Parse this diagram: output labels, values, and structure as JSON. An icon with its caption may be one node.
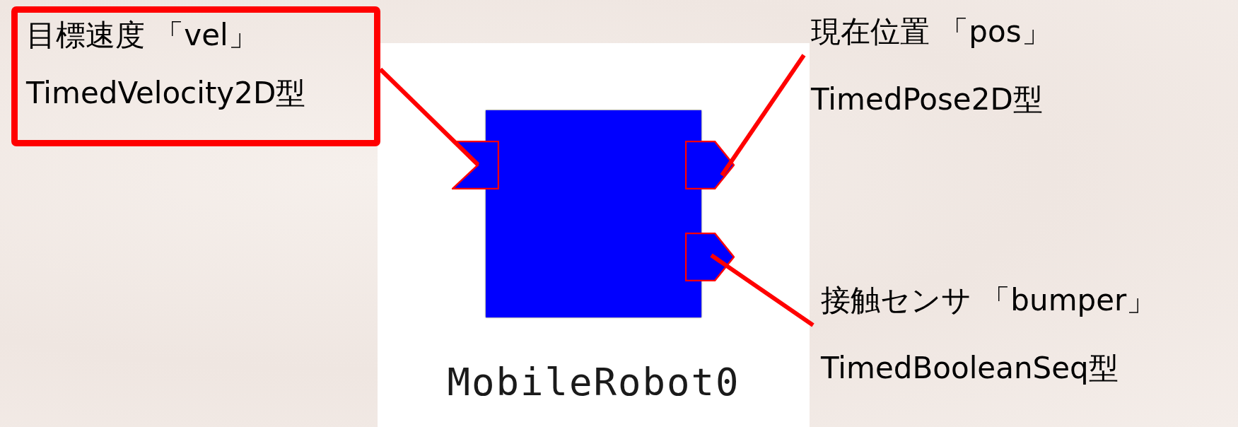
{
  "diagram": {
    "nodes": [
      {
        "text": [
          "目標速度 「vel」",
          "TimedVelocity2D型"
        ]
      },
      {
        "text": [
          "現在位置 「pos」",
          "TimedPose2D型"
        ]
      },
      {
        "text": [
          "MobileRobot0"
        ]
      },
      {
        "text": [],
        "shape": "box"
      },
      {
        "text": [],
        "shape": "pentagon"
      },
      {
        "text": [],
        "shape": "pentagon"
      },
      {
        "text": [
          "接触センサ 「bumper」",
          "TimedBooleanSeq型"
        ]
      }
    ],
    "edges": [
      {
        "from": 0,
        "to": 3,
        "arrow": "none"
      },
      {
        "from": 1,
        "to": 4,
        "arrow": "none"
      },
      {
        "from": 6,
        "to": 5,
        "arrow": "none"
      }
    ]
  }
}
